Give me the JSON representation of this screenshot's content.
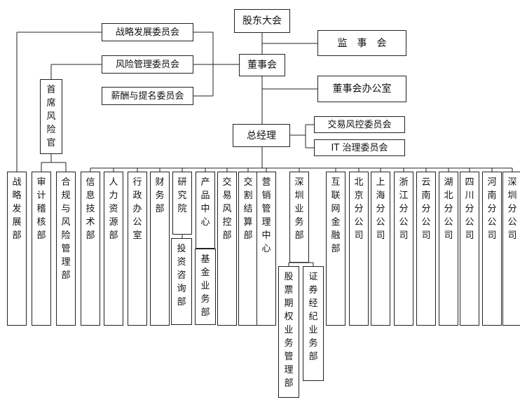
{
  "nodes": {
    "shareholders": "股东大会",
    "supervisors": "监　事　会",
    "board": "董事会",
    "board_office": "董事会办公室",
    "strategy_committee": "战略发展委员会",
    "risk_committee": "风险管理委员会",
    "compensation_committee": "薪酬与提名委员会",
    "cro": "首席风险官",
    "gm": "总经理",
    "trading_risk_committee": "交易风控委员会",
    "it_committee": "IT 治理委员会"
  },
  "departments": [
    "战略发展部",
    "审计稽核部",
    "合规与风险管理部",
    "信息技术部",
    "人力资源部",
    "行政办公室",
    "财务部",
    "研究院",
    "产品中心",
    "交易风控部",
    "交割结算部",
    "营销管理中心",
    "深圳业务部",
    "互联网金融部",
    "北京分公司",
    "上海分公司",
    "浙江分公司",
    "云南分公司",
    "湖北分公司",
    "四川分公司",
    "河南分公司",
    "深圳分公司"
  ],
  "sub_departments": {
    "investment_consulting": "投资咨询部",
    "fund_business": "基金业务部",
    "stock_options": "股票期权业务管理部",
    "securities_brokerage": "证券经纪业务部"
  }
}
